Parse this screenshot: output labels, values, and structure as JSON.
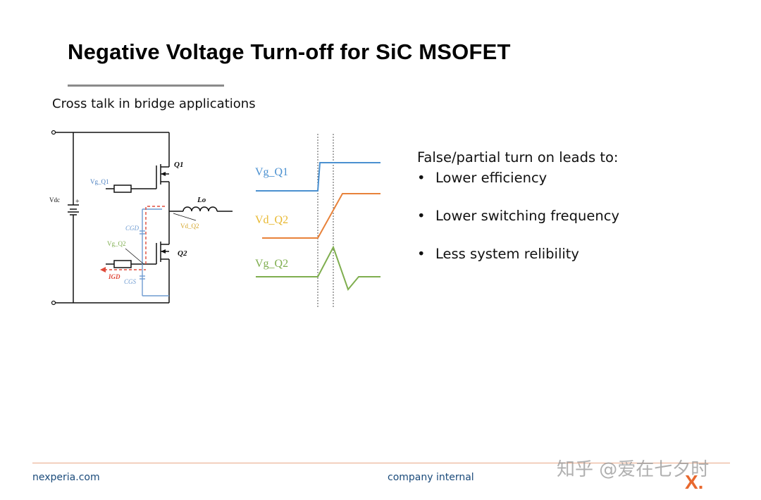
{
  "slide": {
    "title": "Negative Voltage Turn-off for SiC MSOFET",
    "subtitle": "Cross talk in bridge applications"
  },
  "circuit": {
    "labels": {
      "vdc": "Vdc",
      "plus": "+",
      "q1": "Q1",
      "q2": "Q2",
      "vg_q1": "Vg_Q1",
      "vg_q2": "Vg_Q2",
      "lo": "Lo",
      "vd_q2": "Vd_Q2",
      "cgd": "CGD",
      "cgs": "CGS",
      "igd": "IGD"
    },
    "colors": {
      "blue": "#6e9bd1",
      "red": "#e04a3a",
      "gold": "#e8b830",
      "green": "#7fae4f",
      "black": "#111111"
    }
  },
  "waveforms": {
    "labels": {
      "vg_q1": "Vg_Q1",
      "vd_q2": "Vd_Q2",
      "vg_q2": "Vg_Q2"
    },
    "colors": {
      "vg_q1": "#4a90d0",
      "vd_q2": "#e8823a",
      "vg_q2": "#7fae4f"
    }
  },
  "bullets": {
    "lead": "False/partial turn on leads to:",
    "items": [
      "Lower efficiency",
      "Lower switching frequency",
      "Less system relibility"
    ]
  },
  "footer": {
    "left": "nexperia.com",
    "center": "company internal",
    "watermark": "知乎 @爱在七夕时",
    "logo_text": "X."
  }
}
